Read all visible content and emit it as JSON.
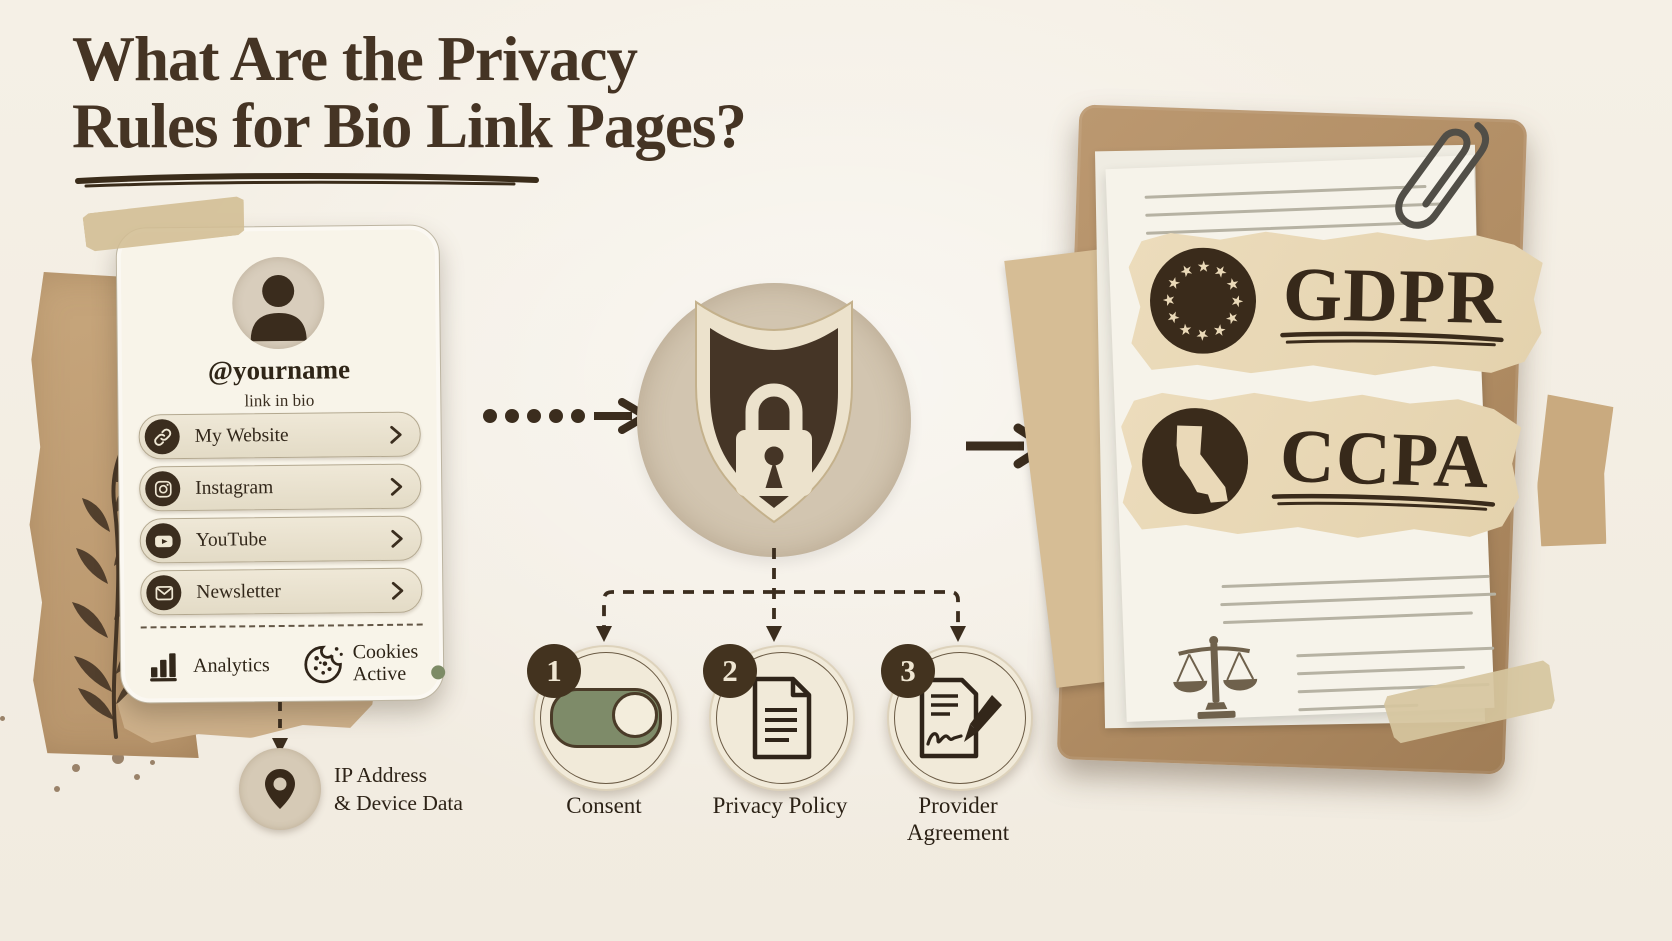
{
  "title": {
    "line1": "What Are the Privacy",
    "line2": "Rules for Bio Link Pages?"
  },
  "profile_card": {
    "username": "@yourname",
    "tagline": "link in bio",
    "links": [
      {
        "label": "My Website",
        "icon": "chain-link-icon"
      },
      {
        "label": "Instagram",
        "icon": "instagram-icon"
      },
      {
        "label": "YouTube",
        "icon": "youtube-icon"
      },
      {
        "label": "Newsletter",
        "icon": "envelope-icon"
      }
    ],
    "analytics_label": "Analytics",
    "cookies_line1": "Cookies",
    "cookies_line2": "Active"
  },
  "data_note": {
    "line1": "IP Address",
    "line2": "& Device Data",
    "icon": "location-pin-icon"
  },
  "shield_icon": "shield-lock-icon",
  "steps": [
    {
      "number": "1",
      "label": "Consent",
      "icon": "toggle-on-icon"
    },
    {
      "number": "2",
      "label": "Privacy Policy",
      "icon": "privacy-document-icon"
    },
    {
      "number": "3",
      "label": "Provider Agreement",
      "icon": "signed-agreement-icon"
    }
  ],
  "regulations": [
    {
      "name": "GDPR",
      "icon": "eu-stars-icon"
    },
    {
      "name": "CCPA",
      "icon": "california-icon"
    }
  ],
  "colors": {
    "background": "#f4efe5",
    "ink": "#43331f",
    "kraft": "#b5926b",
    "parchment": "#e8d7b5",
    "toggle_olive": "#7e8b69",
    "status_green": "#7d8b66"
  }
}
